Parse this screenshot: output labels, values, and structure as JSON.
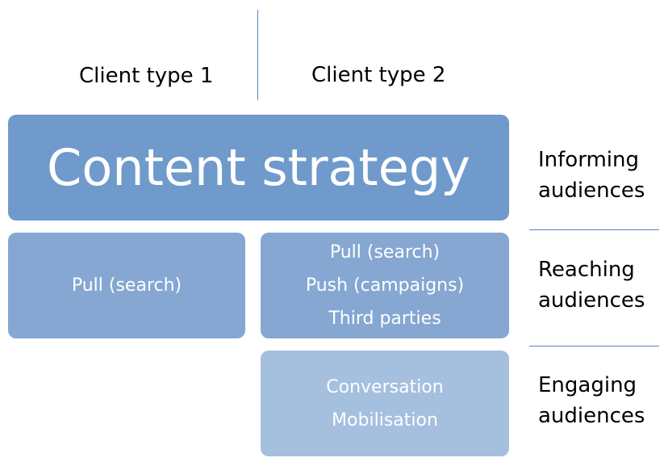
{
  "columns": {
    "client_type_1": "Client type 1",
    "client_type_2": "Client type 2"
  },
  "top_box": {
    "label": "Content strategy"
  },
  "reaching_row": {
    "client1_items": [
      "Pull (search)"
    ],
    "client2_items": [
      "Pull (search)",
      "Push (campaigns)",
      "Third parties"
    ]
  },
  "engaging_row": {
    "client2_items": [
      "Conversation",
      "Mobilisation"
    ]
  },
  "row_labels": {
    "informing": [
      "Informing",
      "audiences"
    ],
    "reaching": [
      "Reaching",
      "audiences"
    ],
    "engaging": [
      "Engaging",
      "audiences"
    ]
  },
  "colors": {
    "top_box": "#6f9acb",
    "mid_box": "#85a7d2",
    "light_box": "#a5bfdf",
    "divider": "#5b86c4"
  }
}
